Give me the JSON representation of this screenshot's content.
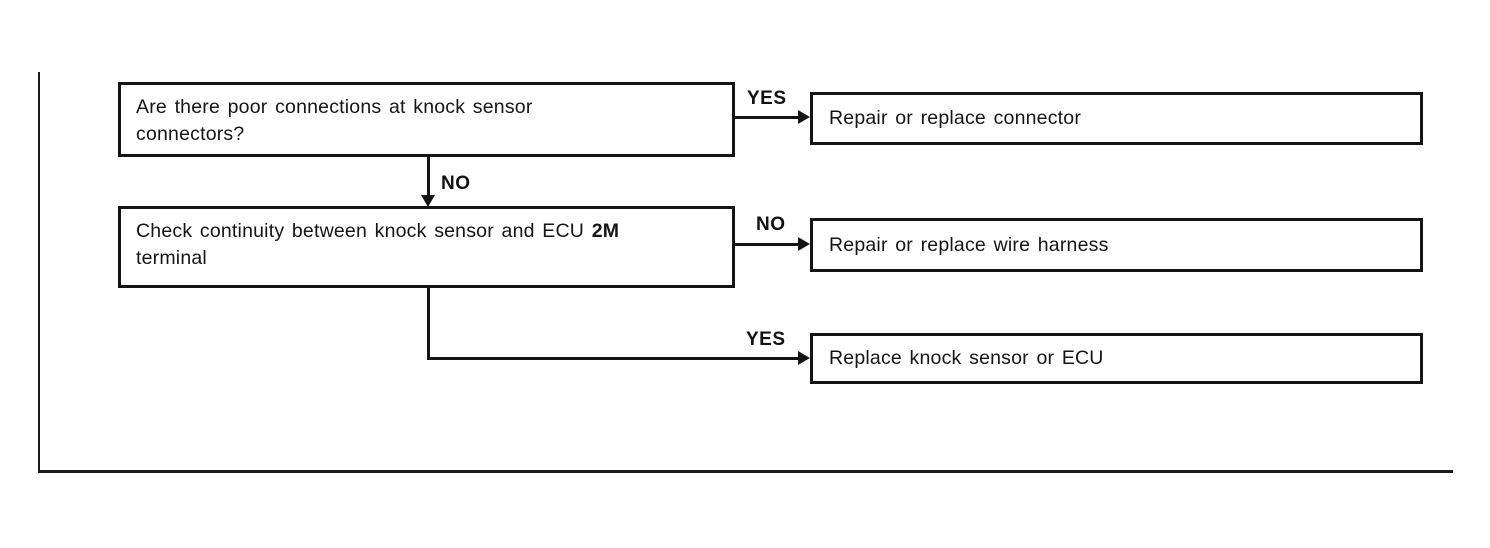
{
  "colors": {
    "ink": "#141414",
    "background": "#ffffff"
  },
  "flowchart": {
    "q1": {
      "lines": [
        "Are there poor connections at knock sensor",
        "connectors?"
      ]
    },
    "q2": {
      "line1_pre": "Check continuity between knock sensor and ECU",
      "line1_bold": "2M",
      "line2": "terminal"
    },
    "r1": {
      "text": "Repair or replace connector"
    },
    "r2": {
      "text": "Repair or replace wire harness"
    },
    "r3": {
      "text": "Replace knock sensor or ECU"
    },
    "labels": {
      "q1_yes": "YES",
      "q1_no": "NO",
      "q2_no": "NO",
      "q2_yes": "YES"
    }
  }
}
